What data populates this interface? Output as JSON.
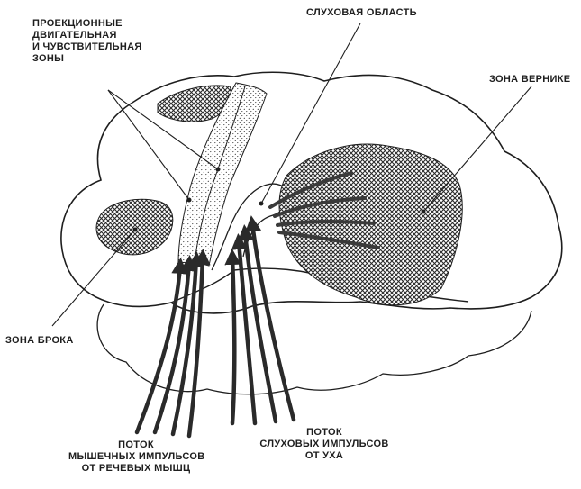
{
  "labels": {
    "motor_sensory": [
      "ПРОЕКЦИОННЫЕ",
      "ДВИГАТЕЛЬНАЯ",
      "И ЧУВСТВИТЕЛЬНАЯ",
      "ЗОНЫ"
    ],
    "auditory_area": "СЛУХОВАЯ ОБЛАСТЬ",
    "wernicke_area": "ЗОНА ВЕРНИКЕ",
    "broca_area": "ЗОНА БРОКА",
    "muscle_stream": [
      "ПОТОК",
      "МЫШЕЧНЫХ ИМПУЛЬСОВ",
      "ОТ РЕЧЕВЫХ МЫШЦ"
    ],
    "auditory_stream": [
      "ПОТОК",
      "СЛУХОВЫХ ИМПУЛЬСОВ",
      "ОТ УХА"
    ]
  },
  "colors": {
    "ink": "#1e1e1e",
    "hatch": "#2a2a2a",
    "background": "#ffffff"
  }
}
